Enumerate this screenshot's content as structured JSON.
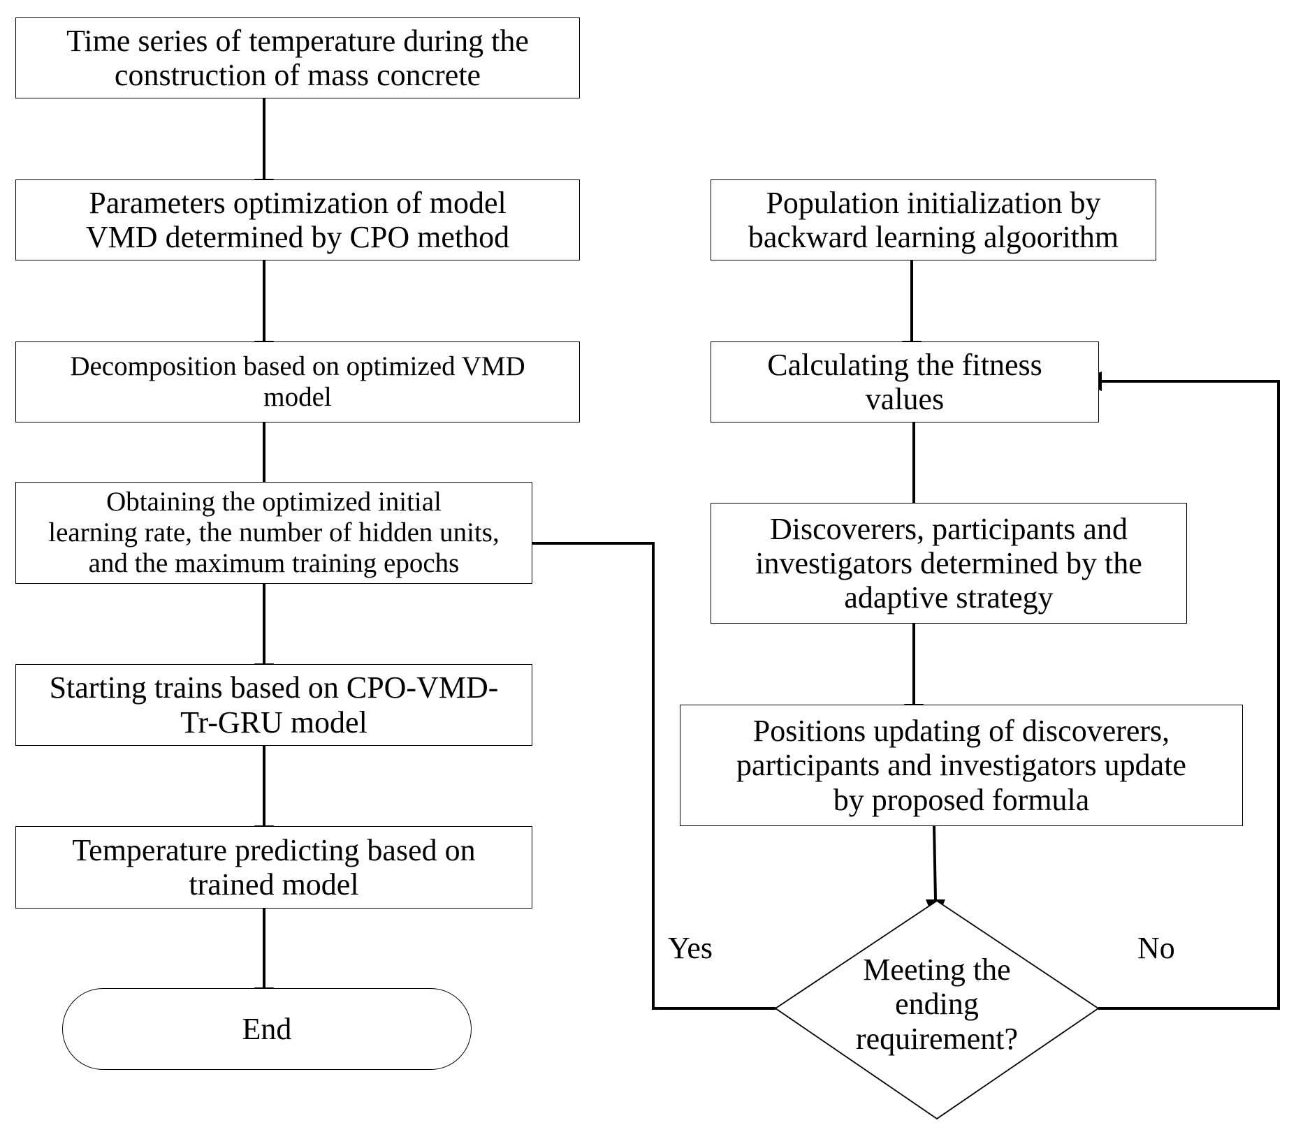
{
  "left": {
    "b1": "Time series of temperature  during the\nconstruction of mass concrete",
    "b2": "Parameters optimization of model\nVMD determined by CPO method",
    "b3": "Decomposition based on optimized VMD\nmodel",
    "b4": "Obtaining the optimized initial\nlearning rate, the number of hidden units,\nand the maximum training epochs",
    "b5": "Starting trains based on CPO-VMD-\nTr-GRU model",
    "b6": "Temperature predicting based on\ntrained model",
    "end": "End"
  },
  "right": {
    "r1": "Population initialization by\nbackward learning algoorithm",
    "r2": "Calculating the fitness\nvalues",
    "r3": "Discoverers, participants and\ninvestigators determined by the\nadaptive strategy",
    "r4": "Positions updating of discoverers,\nparticipants and investigators update\nby proposed formula",
    "decision": "Meeting the\nending\nrequirement?"
  },
  "labels": {
    "yes": "Yes",
    "no": "No"
  }
}
